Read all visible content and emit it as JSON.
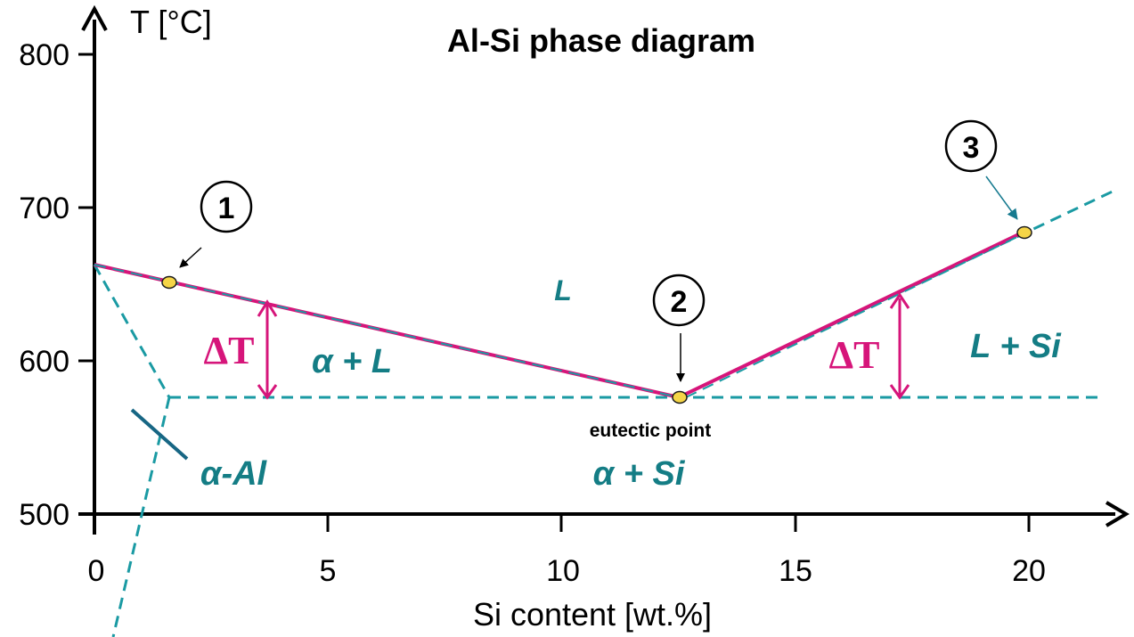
{
  "title": "Al-Si phase diagram",
  "axes": {
    "x_label": "Si content [wt.%]",
    "y_label": "T [°C]",
    "x_ticks": [
      "0",
      "5",
      "10",
      "15",
      "20"
    ],
    "y_ticks": [
      "800",
      "700",
      "600",
      "500"
    ]
  },
  "regions": {
    "liquid": "L",
    "alpha_liquid": "α + L",
    "liquid_si": "L + Si",
    "alpha_si": "α + Si",
    "alpha_al": "α-Al"
  },
  "annotations": {
    "eutectic": "eutectic point",
    "delta_left": "ΔT",
    "delta_right": "ΔT"
  },
  "markers": [
    {
      "label": "1",
      "si_wt": 1.6,
      "temp_c": 651
    },
    {
      "label": "2",
      "si_wt": 12.6,
      "temp_c": 577
    },
    {
      "label": "3",
      "si_wt": 19.9,
      "temp_c": 684
    }
  ],
  "phase_lines": {
    "al_melting_c": 662,
    "eutectic_c": 577,
    "eutectic_si_wt": 12.6,
    "alpha_max_solubility_wt": 1.65
  },
  "colors": {
    "liquidus_highlight": "#d6157a",
    "phase_boundary": "#1a9aa3",
    "region_text": "#147d85",
    "marker_fill": "#f5d547",
    "axis": "#000000"
  }
}
